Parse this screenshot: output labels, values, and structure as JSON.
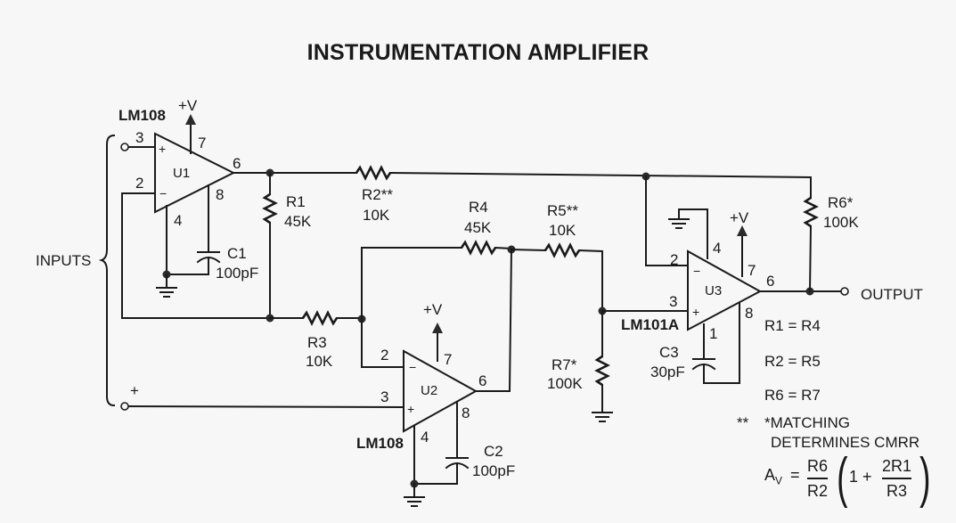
{
  "title": "INSTRUMENTATION AMPLIFIER",
  "inputs_label": "INPUTS",
  "input_plus_mark": "+",
  "output_label": "OUTPUT",
  "supply_label": "+V",
  "opamps": {
    "u1": {
      "ref": "U1",
      "part": "LM108",
      "pins": {
        "noninv": "3",
        "inv": "2",
        "v": "7",
        "out": "6",
        "gnd": "4",
        "comp": "8"
      },
      "plus": "+",
      "minus": "−"
    },
    "u2": {
      "ref": "U2",
      "part": "LM108",
      "pins": {
        "noninv": "3",
        "inv": "2",
        "v": "7",
        "out": "6",
        "gnd": "4",
        "comp": "8"
      },
      "plus": "+",
      "minus": "−"
    },
    "u3": {
      "ref": "U3",
      "part": "LM101A",
      "pins": {
        "noninv": "3",
        "inv": "2",
        "v": "7",
        "out": "6",
        "gnd": "4",
        "comp": "8",
        "comp1": "1"
      },
      "plus": "+",
      "minus": "−"
    }
  },
  "resistors": {
    "r1": {
      "ref": "R1",
      "value": "45K"
    },
    "r2": {
      "ref": "R2**",
      "value": "10K"
    },
    "r3": {
      "ref": "R3",
      "value": "10K"
    },
    "r4": {
      "ref": "R4",
      "value": "45K"
    },
    "r5": {
      "ref": "R5**",
      "value": "10K"
    },
    "r6": {
      "ref": "R6*",
      "value": "100K"
    },
    "r7": {
      "ref": "R7*",
      "value": "100K"
    }
  },
  "capacitors": {
    "c1": {
      "ref": "C1",
      "value": "100pF"
    },
    "c2": {
      "ref": "C2",
      "value": "100pF"
    },
    "c3": {
      "ref": "C3",
      "value": "30pF"
    }
  },
  "notes": {
    "eq1": "R1 = R4",
    "eq2": "R2 = R5",
    "eq3": "R6 = R7",
    "stars": "**",
    "matching_line1": "*MATCHING",
    "matching_line2": "DETERMINES CMRR"
  },
  "gain_formula": {
    "lhs": "A",
    "lhs_sub": "V",
    "equals": "=",
    "frac1_num": "R6",
    "frac1_den": "R2",
    "one_plus": "1 +",
    "frac2_num": "2R1",
    "frac2_den": "R3",
    "open_paren": "(",
    "close_paren": ")"
  }
}
